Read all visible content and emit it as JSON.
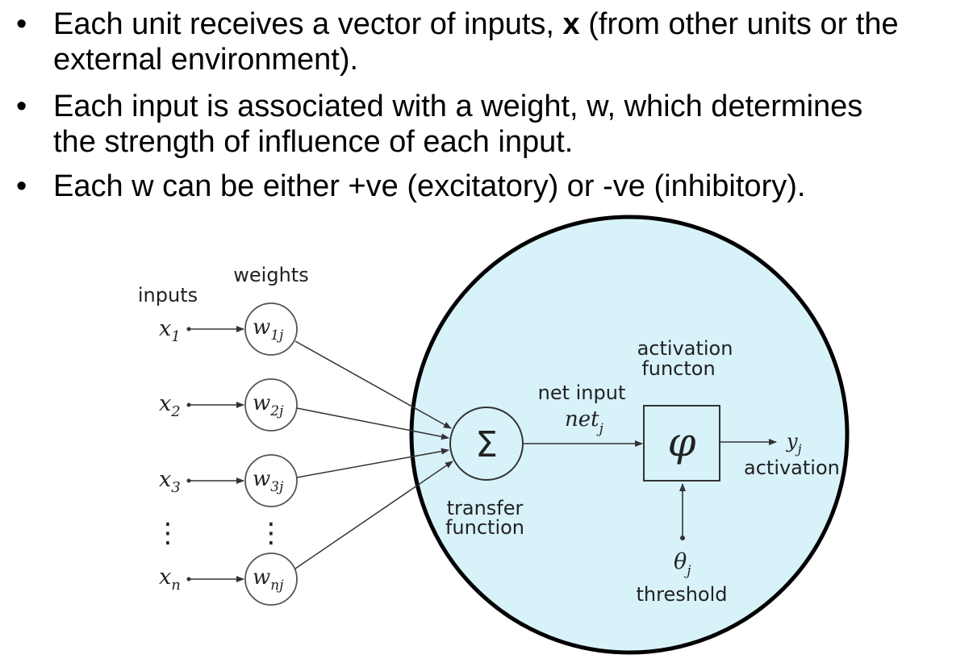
{
  "bullets": [
    {
      "line1_a": "Each unit receives a vector of inputs, ",
      "line1_bold": "x",
      "line1_b": " (from other units or the",
      "line2": "external environment)."
    },
    {
      "line1": "Each input is associated with a weight, w, which determines",
      "line2": "the strength of influence of each input."
    },
    {
      "line1": "Each w can be either +ve (excitatory)  or -ve (inhibitory)."
    }
  ],
  "bullet_symbol": "•",
  "diagram": {
    "inputs_heading": "inputs",
    "weights_heading": "weights",
    "inputs": [
      {
        "base": "x",
        "sub": "1"
      },
      {
        "base": "x",
        "sub": "2"
      },
      {
        "base": "x",
        "sub": "3"
      },
      {
        "base": "x",
        "sub": "n"
      }
    ],
    "weights": [
      {
        "base": "w",
        "sub": "1j"
      },
      {
        "base": "w",
        "sub": "2j"
      },
      {
        "base": "w",
        "sub": "3j"
      },
      {
        "base": "w",
        "sub": "nj"
      }
    ],
    "ellipsis": "⋮",
    "sum_symbol": "Σ",
    "transfer_label_1": "transfer",
    "transfer_label_2": "function",
    "net_input_label": "net input",
    "net_base": "net",
    "net_sub": "j",
    "activation_fn_label_1": "activation",
    "activation_fn_label_2": "functon",
    "phi_symbol": "φ",
    "output_base": "y",
    "output_sub": "j",
    "activation_label": "activation",
    "theta_base": "θ",
    "theta_sub": "j",
    "threshold_label": "threshold",
    "neuron_fill": "#d8f2fa",
    "neuron_stroke": "#000000"
  }
}
